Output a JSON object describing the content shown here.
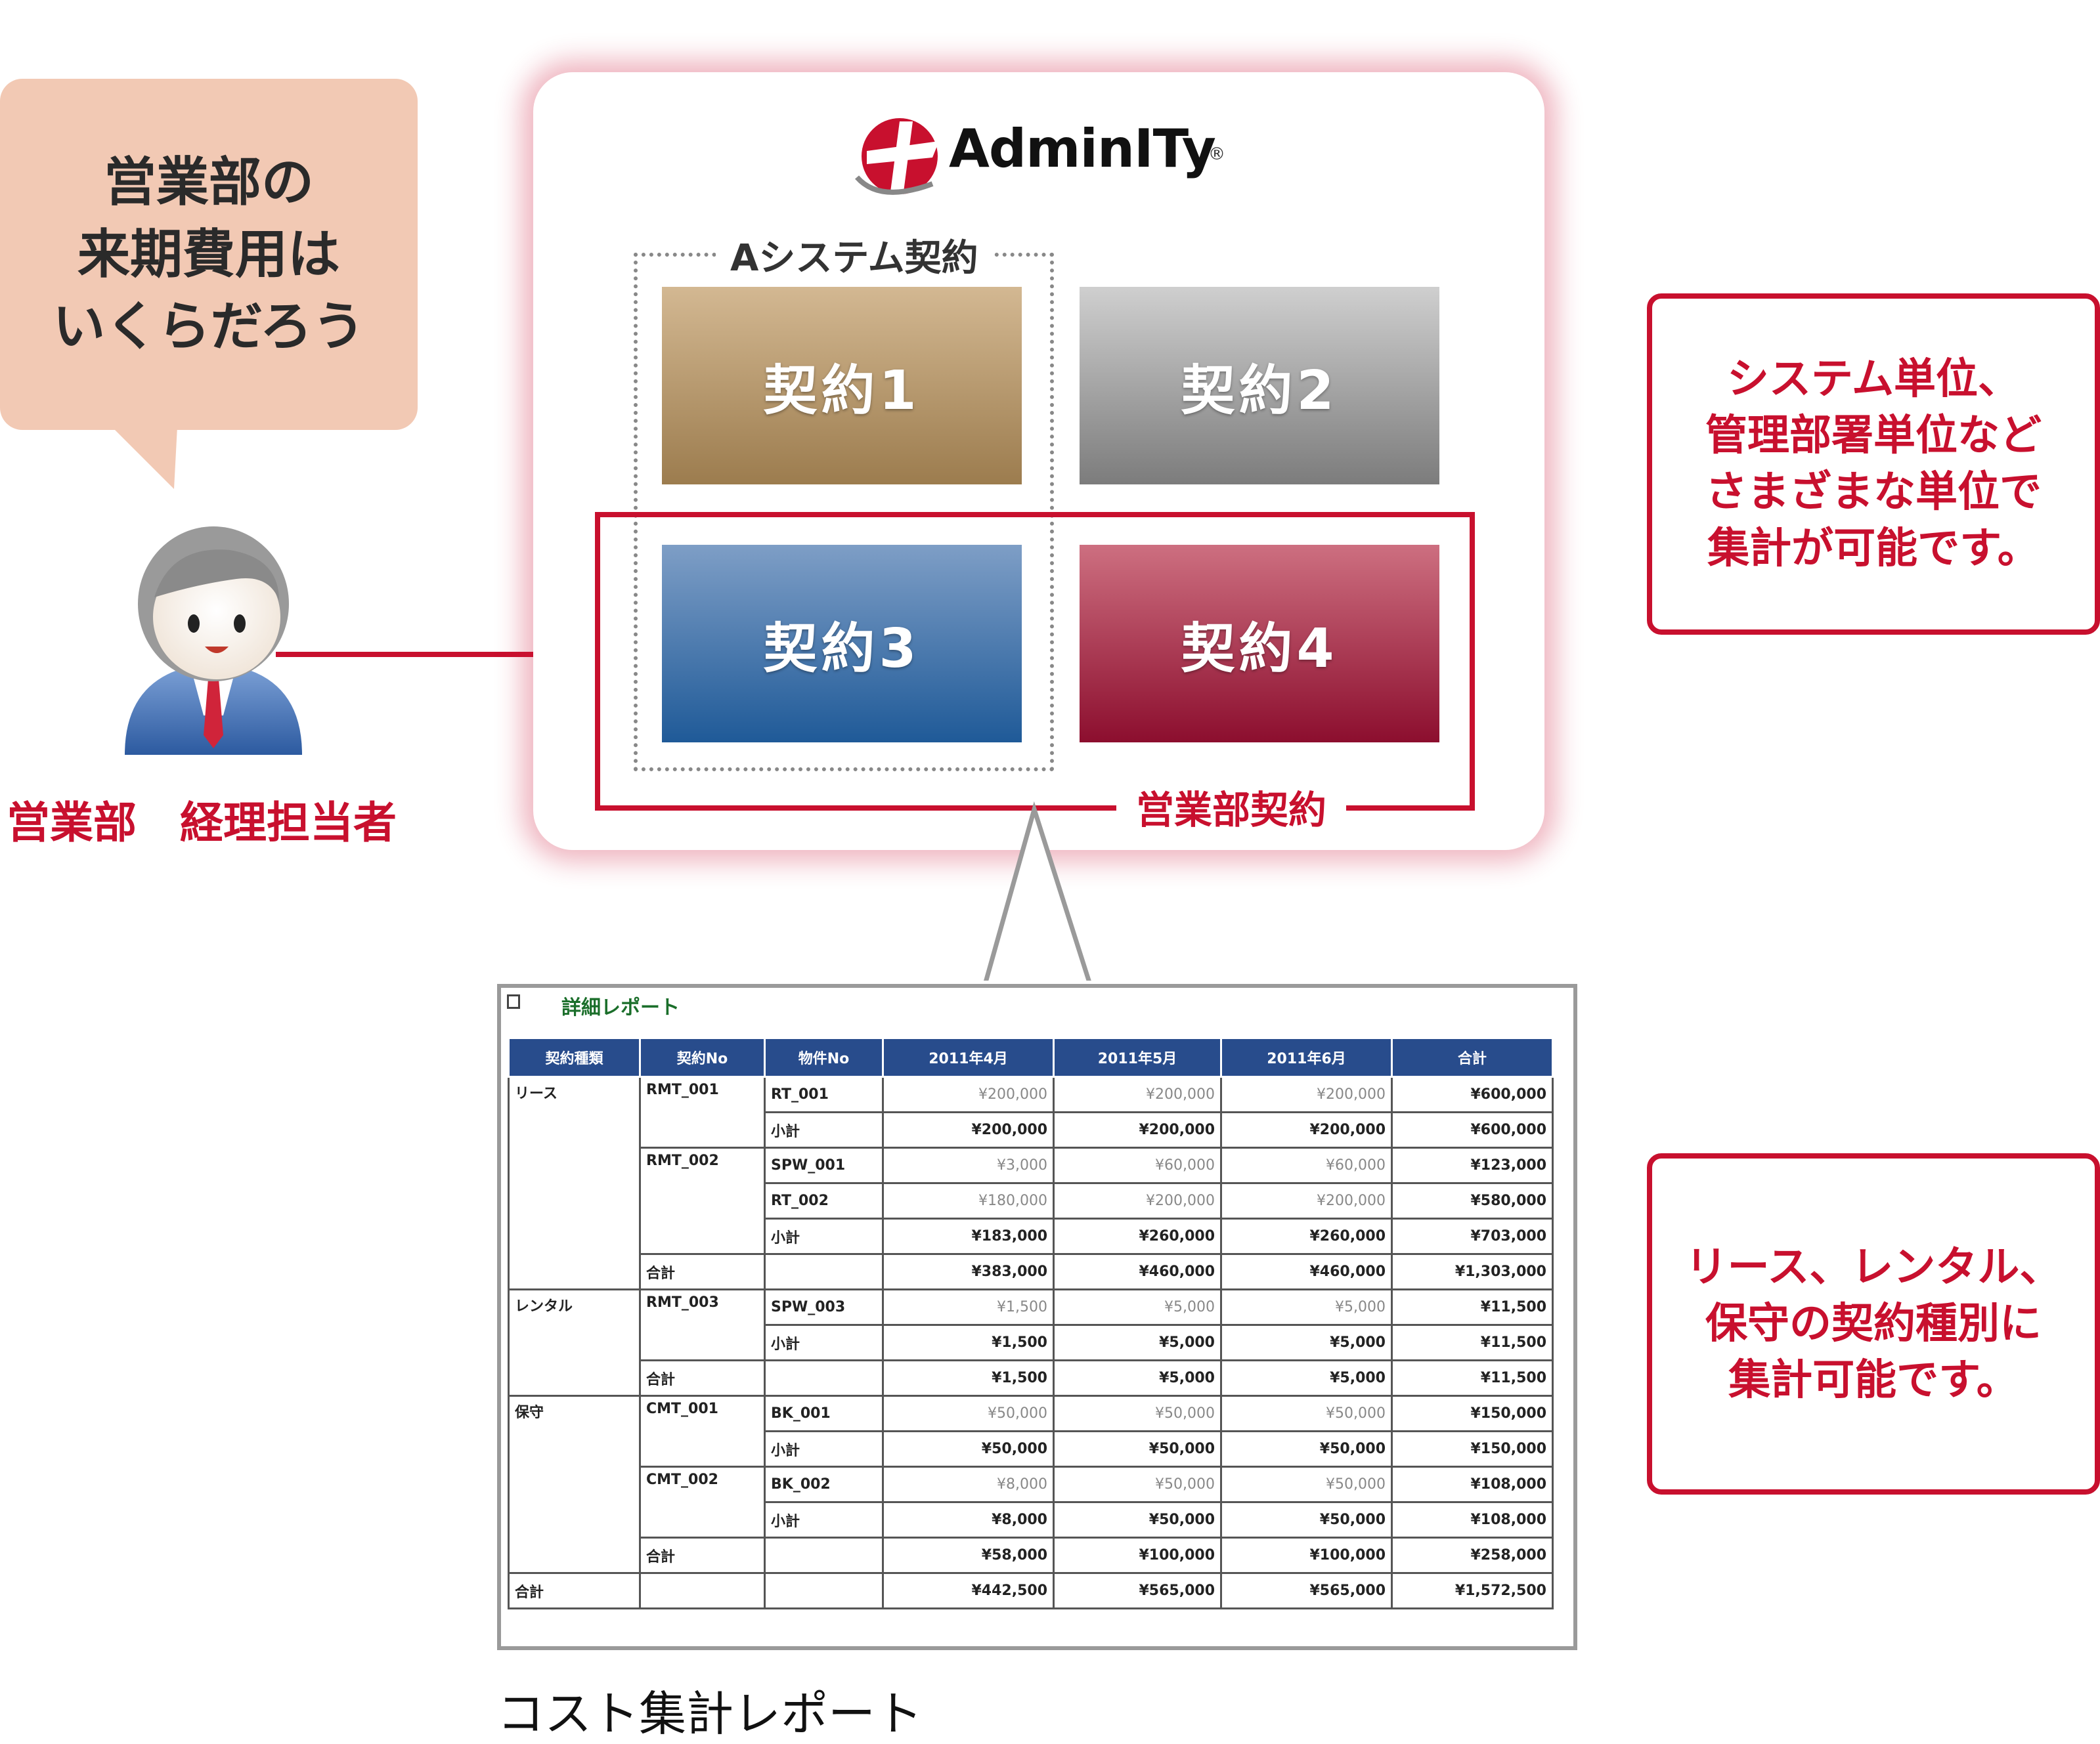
{
  "bubble": {
    "lines": [
      "営業部の",
      "来期費用は",
      "いくらだろう"
    ]
  },
  "person": {
    "label": "営業部　経理担当者"
  },
  "logo": {
    "text": "AdminITy",
    "mark": "®"
  },
  "system_group": {
    "label": "Aシステム契約"
  },
  "contracts": [
    "契約1",
    "契約2",
    "契約3",
    "契約4"
  ],
  "sales_group": {
    "label": "営業部契約"
  },
  "callouts": {
    "top": [
      "システム単位、",
      "管理部署単位など",
      "さまざまな単位で",
      "集計が可能です。"
    ],
    "bottom": [
      "リース、レンタル、",
      "保守の契約種別に",
      "集計可能です。"
    ]
  },
  "report": {
    "title": "詳細レポート",
    "columns": [
      "契約種類",
      "契約No",
      "物件No",
      "2011年4月",
      "2011年5月",
      "2011年6月",
      "合計"
    ],
    "groups": [
      {
        "type": "リース",
        "contracts": [
          {
            "no": "RMT_001",
            "rows": [
              [
                "RT_001",
                "¥200,000",
                "¥200,000",
                "¥200,000",
                "¥600,000"
              ],
              [
                "小計",
                "¥200,000",
                "¥200,000",
                "¥200,000",
                "¥600,000"
              ]
            ]
          },
          {
            "no": "RMT_002",
            "rows": [
              [
                "SPW_001",
                "¥3,000",
                "¥60,000",
                "¥60,000",
                "¥123,000"
              ],
              [
                "RT_002",
                "¥180,000",
                "¥200,000",
                "¥200,000",
                "¥580,000"
              ],
              [
                "小計",
                "¥183,000",
                "¥260,000",
                "¥260,000",
                "¥703,000"
              ]
            ]
          }
        ],
        "total": [
          "合計",
          "",
          "¥383,000",
          "¥460,000",
          "¥460,000",
          "¥1,303,000"
        ]
      },
      {
        "type": "レンタル",
        "contracts": [
          {
            "no": "RMT_003",
            "rows": [
              [
                "SPW_003",
                "¥1,500",
                "¥5,000",
                "¥5,000",
                "¥11,500"
              ],
              [
                "小計",
                "¥1,500",
                "¥5,000",
                "¥5,000",
                "¥11,500"
              ]
            ]
          }
        ],
        "total": [
          "合計",
          "",
          "¥1,500",
          "¥5,000",
          "¥5,000",
          "¥11,500"
        ]
      },
      {
        "type": "保守",
        "contracts": [
          {
            "no": "CMT_001",
            "rows": [
              [
                "BK_001",
                "¥50,000",
                "¥50,000",
                "¥50,000",
                "¥150,000"
              ],
              [
                "小計",
                "¥50,000",
                "¥50,000",
                "¥50,000",
                "¥150,000"
              ]
            ]
          },
          {
            "no": "CMT_002",
            "rows": [
              [
                "BK_002",
                "¥8,000",
                "¥50,000",
                "¥50,000",
                "¥108,000"
              ],
              [
                "小計",
                "¥8,000",
                "¥50,000",
                "¥50,000",
                "¥108,000"
              ]
            ]
          }
        ],
        "total": [
          "合計",
          "",
          "¥58,000",
          "¥100,000",
          "¥100,000",
          "¥258,000"
        ]
      }
    ],
    "grand_total": [
      "合計",
      "",
      "",
      "¥442,500",
      "¥565,000",
      "¥565,000",
      "¥1,572,500"
    ]
  },
  "caption": "コスト集計レポート",
  "colors": {
    "accent_red": "#c8102e",
    "bubble": "#f2c9b4",
    "table_header": "#284c8c"
  }
}
